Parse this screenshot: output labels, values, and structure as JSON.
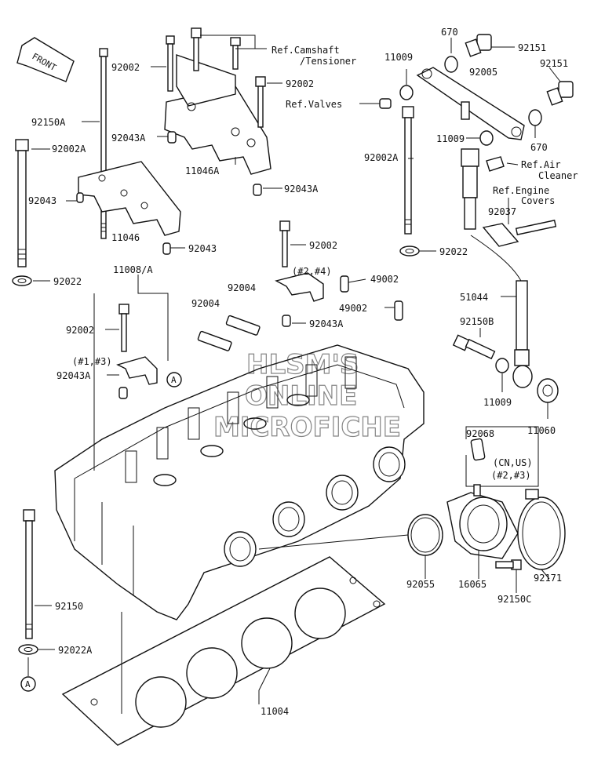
{
  "front_label": "FRONT",
  "watermark": [
    "HLSM'S",
    "ONLINE",
    "MICROFICHE"
  ],
  "callout_A": "A",
  "labels": {
    "p92150A": "92150A",
    "p92002_top": "92002",
    "p92002_upper": "92002",
    "ref_camshaft": "Ref.Camshaft",
    "ref_tensioner": "/Tensioner",
    "p92002A_left": "92002A",
    "p92043A_top": "92043A",
    "p11046A": "11046A",
    "p92043": "92043",
    "p92043A_mid": "92043A",
    "p11046": "11046",
    "p92043_lower": "92043",
    "p92022_left": "92022",
    "p11008A": "11008/A",
    "p92004_a": "92004",
    "p92004_b": "92004",
    "p92002_mid": "92002",
    "pos_24": "(#2,#4)",
    "p49002_a": "49002",
    "p49002_b": "49002",
    "p92043A_center": "92043A",
    "p92002_lowleft": "92002",
    "pos_13": "(#1,#3)",
    "p92043A_low": "92043A",
    "p92150": "92150",
    "p92022A": "92022A",
    "p11004": "11004",
    "p670_top": "670",
    "p92151_a": "92151",
    "p11009_top": "11009",
    "p92005": "92005",
    "p92151_b": "92151",
    "ref_valves": "Ref.Valves",
    "p11009_mid": "11009",
    "p670_mid": "670",
    "p92002A_right": "92002A",
    "ref_air": "Ref.Air",
    "ref_cleaner": "Cleaner",
    "ref_engine": "Ref.Engine",
    "ref_covers": "Covers",
    "p92037": "92037",
    "p92022_right": "92022",
    "p51044": "51044",
    "p92150B": "92150B",
    "p11009_low": "11009",
    "p11060": "11060",
    "p92068": "92068",
    "cn_us": "(CN,US)",
    "pos_23": "(#2,#3)",
    "p92055": "92055",
    "p16065": "16065",
    "p92171": "92171",
    "p92150C": "92150C"
  }
}
